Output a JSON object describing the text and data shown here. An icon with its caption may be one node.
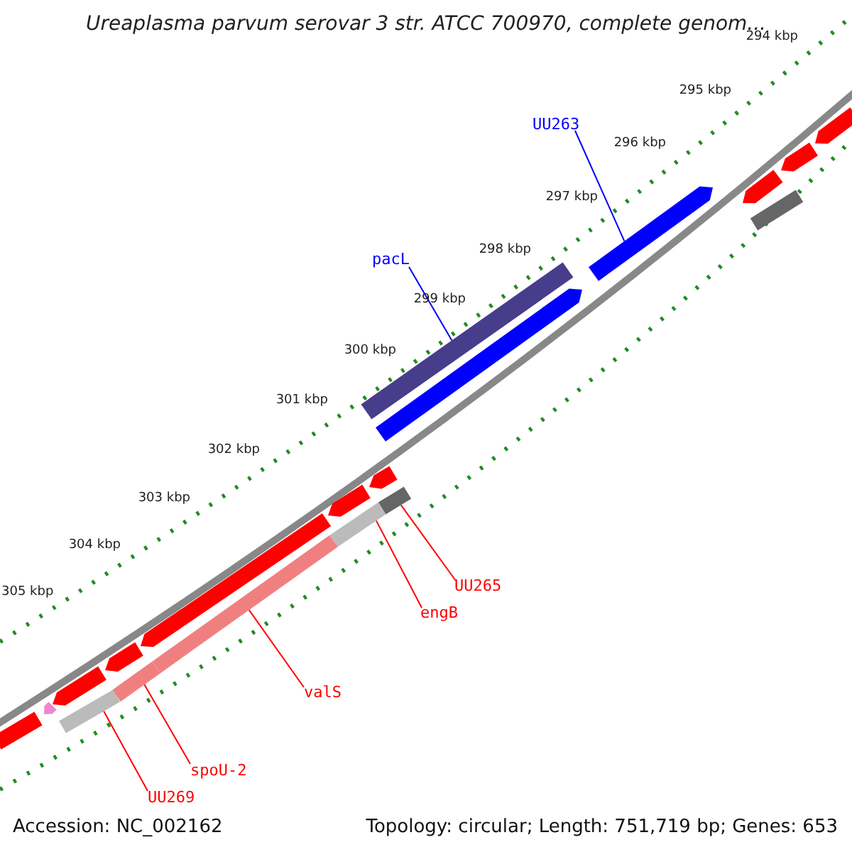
{
  "diagram": {
    "title": "Ureaplasma parvum serovar 3 str. ATCC 700970, complete genom...",
    "nodes": [
      {
        "text": [
          "UU263"
        ]
      },
      {
        "text": [],
        "shape": "bar"
      },
      {
        "text": [
          "pacL"
        ]
      },
      {
        "text": [],
        "shape": "bar"
      },
      {
        "text": [
          "UU265"
        ]
      },
      {
        "text": [],
        "shape": "bar"
      },
      {
        "text": [
          "engB"
        ]
      },
      {
        "text": [],
        "shape": "bar"
      },
      {
        "text": [
          "valS"
        ]
      },
      {
        "text": [],
        "shape": "bar"
      },
      {
        "text": [
          "spoU-2"
        ]
      },
      {
        "text": [],
        "shape": "bar"
      },
      {
        "text": [
          "UU269"
        ]
      },
      {
        "text": [],
        "shape": "bar"
      },
      {
        "text": [],
        "shape": "bar"
      },
      {
        "text": [],
        "shape": "bar"
      },
      {
        "text": [],
        "shape": "bar"
      },
      {
        "text": [],
        "shape": "bar"
      },
      {
        "text": [],
        "shape": "bar"
      },
      {
        "text": [],
        "shape": "bar"
      },
      {
        "text": [],
        "shape": "bar"
      },
      {
        "text": [],
        "shape": "bar"
      },
      {
        "text": [],
        "shape": "bar"
      },
      {
        "text": [],
        "shape": "bar"
      },
      {
        "text": [],
        "shape": "bar"
      },
      {
        "text": [],
        "shape": "bar"
      }
    ],
    "edges": [
      {
        "from": 0,
        "to": 1,
        "arrow": "none",
        "color": "#0000ff"
      },
      {
        "from": 2,
        "to": 3,
        "arrow": "none",
        "color": "#0000ff"
      },
      {
        "from": 4,
        "to": 5,
        "arrow": "none"
      },
      {
        "from": 6,
        "to": 7,
        "arrow": "none"
      },
      {
        "from": 8,
        "to": 9,
        "arrow": "none"
      },
      {
        "from": 10,
        "to": 11,
        "arrow": "none"
      },
      {
        "from": 12,
        "to": 13,
        "arrow": "none"
      }
    ],
    "labels": [
      "294 kbp",
      "295 kbp",
      "296 kbp",
      "297 kbp",
      "298 kbp",
      "299 kbp",
      "300 kbp",
      "301 kbp",
      "302 kbp",
      "303 kbp",
      "304 kbp",
      "305 kbp",
      "Accession: NC_002162",
      "Topology: circular; Length: 751,719 bp; Genes: 653"
    ]
  }
}
